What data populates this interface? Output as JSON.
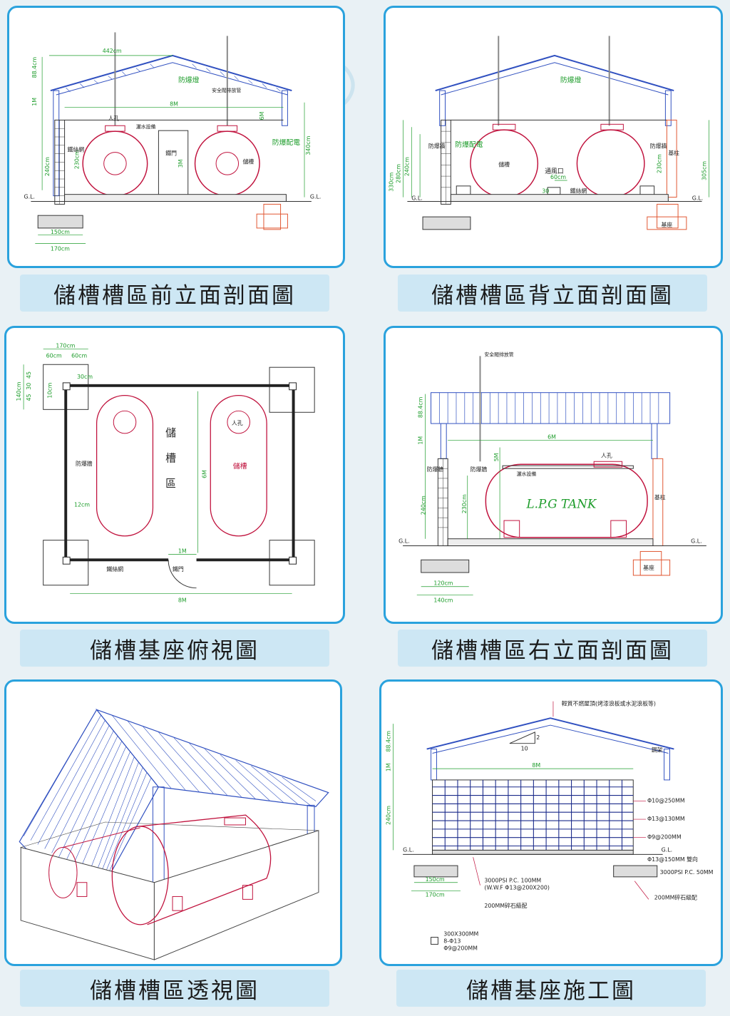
{
  "panels": {
    "front": {
      "caption": "儲槽槽區前立面剖面圖",
      "labels": {
        "d442": "442cm",
        "d884": "88.4cm",
        "d1m": "1M",
        "d8m": "8M",
        "d6m": "6M",
        "d240": "240cm",
        "d230": "230cm",
        "d3m": "3M",
        "d340": "340cm",
        "d150": "150cm",
        "d170": "170cm",
        "lamp": "防爆燈",
        "valve": "安全閥排放管",
        "manhole": "人孔",
        "sprinkler": "灑水設備",
        "mesh": "鐵絲網",
        "door": "鐵門",
        "tank": "儲槽",
        "elec": "防爆配電",
        "gl1": "G.L.",
        "gl2": "G.L."
      }
    },
    "back": {
      "caption": "儲槽槽區背立面剖面圖",
      "labels": {
        "lamp": "防爆燈",
        "wall": "防爆牆",
        "elec": "防爆配電",
        "tank": "儲槽",
        "vent": "通風口",
        "d60": "60cm",
        "d30": "30",
        "mesh": "鐵絲網",
        "wall2": "防爆牆",
        "pillar": "基柱",
        "base": "基座",
        "d240": "240cm",
        "d280": "280cm",
        "d330": "330cm",
        "d230": "230cm",
        "d305": "305cm",
        "gl1": "G.L.",
        "gl2": "G.L."
      }
    },
    "top": {
      "caption": "儲槽基座俯視圖",
      "labels": {
        "d170": "170cm",
        "d60a": "60cm",
        "d60b": "60cm",
        "d30": "30cm",
        "d140": "140cm",
        "d45a": "45",
        "d30b": "30",
        "d45b": "45",
        "d10": "10cm",
        "d12": "12cm",
        "area1": "儲",
        "area2": "槽",
        "area3": "區",
        "wall": "防爆牆",
        "tank": "儲槽",
        "manhole": "人孔",
        "d6m": "6M",
        "d1m": "1M",
        "door": "鐵門",
        "mesh": "鐵絲網",
        "d8m": "8M"
      }
    },
    "right": {
      "caption": "儲槽槽區右立面剖面圖",
      "labels": {
        "valve": "安全閥排放管",
        "d884": "88.4cm",
        "d1m": "1M",
        "d6m": "6M",
        "d5m": "5M",
        "manhole": "人孔",
        "sprinkler": "灑水設備",
        "wall1": "防爆牆",
        "wall2": "防爆牆",
        "tank": "L.P.G TANK",
        "pillar": "基柱",
        "d240": "240cm",
        "d230": "230cm",
        "base": "基座",
        "d120": "120cm",
        "d140": "140cm",
        "gl1": "G.L.",
        "gl2": "G.L."
      }
    },
    "perspective": {
      "caption": "儲槽槽區透視圖"
    },
    "foundation": {
      "caption": "儲槽基座施工圖",
      "labels": {
        "roof": "輕質不燃屋頂(烤漆浪板或水泥浪板等)",
        "slope2": "2",
        "slope10": "10",
        "steel": "鋼架",
        "d884": "88.4cm",
        "d1m": "1M",
        "d8m": "8M",
        "d240": "240cm",
        "r1": "Φ10@250MM",
        "r2": "Φ13@130MM",
        "r3": "Φ9@200MM",
        "gl1": "G.L.",
        "gl2": "G.L.",
        "r4": "Φ13@150MM 雙向",
        "r5": "3000PSI P.C. 50MM",
        "c1": "3000PSI P.C. 100MM",
        "c2": "(W.W.F Φ13@200X200)",
        "gravel1": "200MM碎石級配",
        "gravel2": "200MM碎石級配",
        "d150": "150cm",
        "d170": "170cm",
        "col1": "300X300MM",
        "col2": "8-Φ13",
        "col3": "Φ9@200MM"
      }
    }
  }
}
